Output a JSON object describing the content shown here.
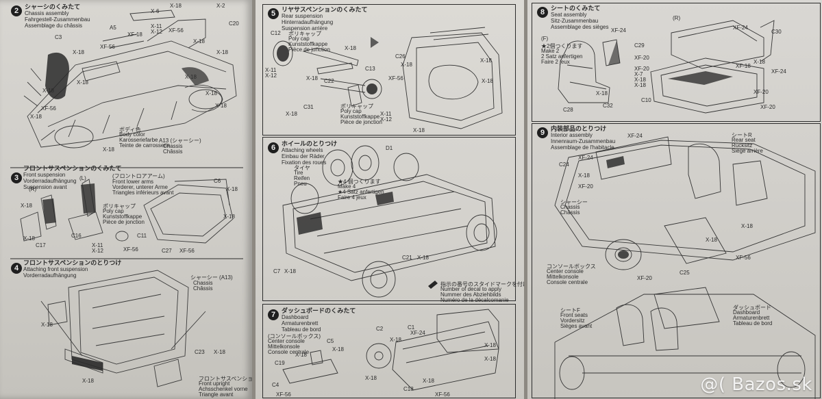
{
  "sheet_left": {
    "step2": {
      "number": "2",
      "title": [
        "シャーシのくみたて",
        "Chassis assembly",
        "Fahrgestell-Zusammenbau",
        "Assemblage du châssis"
      ]
    },
    "step2_labels": [
      "X-6",
      "X-18",
      "X-2",
      "C20",
      "C3",
      "A5",
      "XF-18",
      "X-11",
      "X-12",
      "XF-56",
      "X-18",
      "XF-56",
      "X-18",
      "X-18",
      "X-18",
      "X-18",
      "X-18",
      "X-18",
      "X-18",
      "XF-56",
      "X-18",
      "A13 (シャーシー)",
      "Chassis",
      "Châssis",
      "ボディ色",
      "Body color",
      "Karosseriefarbe",
      "Teinte de carrosserie",
      "X-18"
    ],
    "step3": {
      "number": "3",
      "title": [
        "フロントサスペンションのくみたて",
        "Front suspension",
        "Vorderradaufhängung",
        "Suspension avant"
      ]
    },
    "step3_labels": [
      "(フロントロアアーム)",
      "Front lower arms",
      "Vorderer, unterer Arme",
      "Triangles inférieurs avant",
      "(L)",
      "(R)",
      "C6",
      "X-18",
      "ポリキャップ",
      "Poly cap",
      "Kunststoffkappe",
      "Pièce de jonction",
      "C16",
      "C11",
      "X-11",
      "X-12",
      "XF-56",
      "C27",
      "XF-56",
      "C17",
      "X-18",
      "X-18",
      "X-18"
    ],
    "step4": {
      "number": "4",
      "title": [
        "フロントサスペンションのとりつけ",
        "Attaching front suspension",
        "Vorderradaufhängung",
        "Suspension avant"
      ]
    },
    "step4_labels": [
      "シャーシー (A13)",
      "Chassis",
      "Châssis",
      "C23",
      "X-18",
      "X-18",
      "X-18",
      "フロントサスペンション",
      "Front upright",
      "Achsschenkel vorne",
      "Triangle avant"
    ]
  },
  "sheet_middle": {
    "step5": {
      "number": "5",
      "title": [
        "リヤサスペンションのくみたて",
        "Rear suspension",
        "Hinterradaufhängung",
        "Suspension arrière"
      ]
    },
    "step5_labels": [
      "C12",
      "ポリキャップ",
      "Poly cap",
      "Kunststoffkappe",
      "Pièce de jonction",
      "X-18",
      "X-11",
      "X-12",
      "C22",
      "C13",
      "XF-56",
      "C26",
      "X-18",
      "X-18",
      "X-18",
      "C31",
      "ポリキャップ",
      "Poly cap",
      "Kunststoffkappe",
      "Pièce de jonction",
      "X-11",
      "X-12",
      "X-18",
      "X-18",
      "X-18"
    ],
    "step6": {
      "number": "6",
      "title": [
        "ホイールのとりつけ",
        "Attaching wheels",
        "Einbau der Räder",
        "Fixation des roues"
      ]
    },
    "step6_labels": [
      "D1",
      "タイヤ",
      "Tire",
      "Reifen",
      "Pneu",
      "★4 個つくります",
      "Make 4",
      "★4 Satz anfertigen",
      "Faire 4 jeux",
      "C21",
      "X-18",
      "C7",
      "X-18",
      "指示の番号のスタイドマークを付けます",
      "Number of decal to apply",
      "Nummer des Abziehbilds",
      "Numéro de la décalcomanie"
    ]
  },
  "sheet_middle_b": {
    "step7": {
      "number": "7",
      "title": [
        "ダッシュボードのくみたて",
        "Dashboard",
        "Armaturenbrett",
        "Tableau de bord"
      ]
    },
    "step7_labels": [
      "(コンソールボックス)",
      "Center console",
      "Mittelkonsole",
      "Console centrale",
      "C5",
      "X-18",
      "C19",
      "X-18",
      "C4",
      "XF-56",
      "C2",
      "C1",
      "XF-24",
      "X-18",
      "X-18",
      "X-18",
      "C18",
      "X-18",
      "XF-56",
      "X-18"
    ]
  },
  "sheet_right": {
    "step8": {
      "number": "8",
      "title": [
        "シートのくみたて",
        "Seat assembly",
        "Sitz-Zusammenbau",
        "Assemblage des sièges"
      ]
    },
    "step8_labels": [
      "(R)",
      "(F)",
      "★2個つくります",
      "Make 2",
      "2 Satz anfertigen",
      "Faire 2 jeux",
      "C30",
      "XF-24",
      "C29",
      "XF-20",
      "XF-20",
      "X-7",
      "X-18",
      "XF-24",
      "X-18",
      "X-18",
      "XF-18",
      "XF-20",
      "X-18",
      "XF-24",
      "XF-20",
      "C28",
      "C32",
      "C10"
    ],
    "step9": {
      "number": "9",
      "title": [
        "内装部品のとりつけ",
        "Interior assembly",
        "Innenraum-Zusammenbau",
        "Assemblage de l'habitacle"
      ]
    },
    "step9_labels": [
      "シートR",
      "Rear seat",
      "Rücksitz",
      "Siège arrière",
      "XF-24",
      "C24",
      "XF-24",
      "X-18",
      "XF-20",
      "シャーシー",
      "Chassis",
      "Châssis",
      "コンソールボックス",
      "Center console",
      "Mittelkonsole",
      "Console centrale",
      "XF-20",
      "C25",
      "XF-56",
      "X-18",
      "X-18",
      "ダッシュボード",
      "Dashboard",
      "Armaturenbrett",
      "Tableau de bord",
      "シートF",
      "Front seats",
      "Vordersitz",
      "Sièges avant"
    ]
  },
  "watermark": "@( Bazos.sk"
}
